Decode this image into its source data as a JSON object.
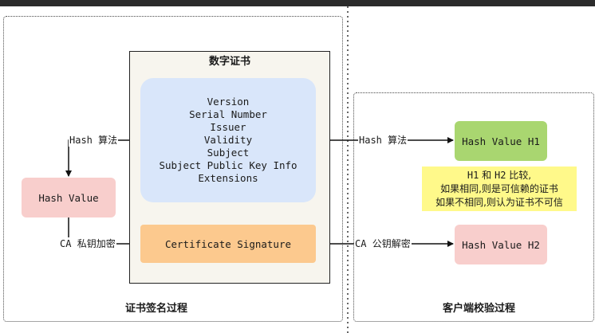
{
  "certificate": {
    "title": "数字证书",
    "fields": [
      "Version",
      "Serial Number",
      "Issuer",
      "Validity",
      "Subject",
      "Subject Public Key Info",
      "Extensions"
    ],
    "signature": "Certificate Signature"
  },
  "left": {
    "hash_label_en": "Hash",
    "hash_label_cn": "算法",
    "hash_value": "Hash Value",
    "ca_label_en": "CA",
    "ca_label_cn": "私钥加密",
    "caption": "证书签名过程"
  },
  "right": {
    "hash_label_en": "Hash",
    "hash_label_cn": "算法",
    "h1": "Hash Value H1",
    "ca_label_en": "CA",
    "ca_label_cn": "公钥解密",
    "h2": "Hash Value H2",
    "note_line1_a": "H1",
    "note_line1_b": "和",
    "note_line1_c": "H2",
    "note_line1_d": "比较,",
    "note_line2": "如果相同,则是可信赖的证书",
    "note_line3": "如果不相同,则认为证书不可信",
    "caption": "客户端校验过程"
  },
  "colors": {
    "cert_bg": "#f7f5ee",
    "fields_bg": "#d9e6fa",
    "signature_bg": "#fcc98e",
    "hash_value_bg": "#f8cecc",
    "h1_bg": "#a9d670",
    "note_bg": "#fff98a"
  }
}
